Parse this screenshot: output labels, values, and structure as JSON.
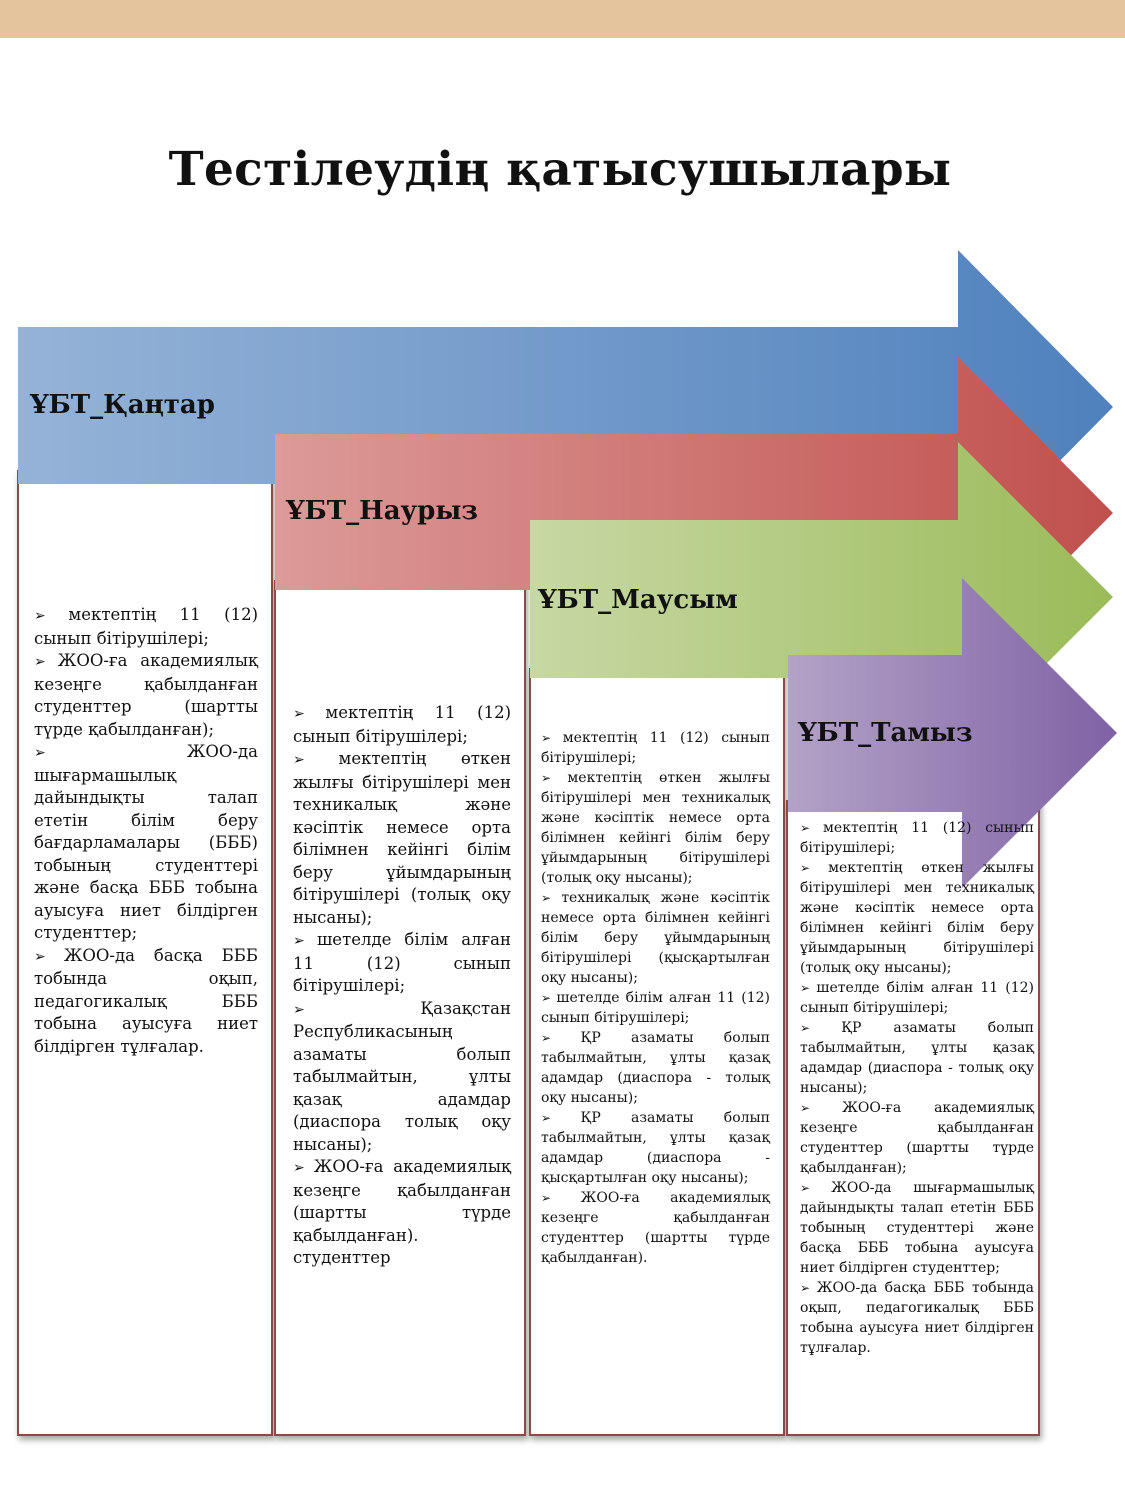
{
  "title": "Тестілеудің қатысушылары",
  "colors": {
    "band": "#e3c49d",
    "blue": "#4f81bd",
    "red": "#c0504d",
    "green": "#9bbb59",
    "purple": "#8064a2",
    "border": "#8a4b4b"
  },
  "stages": [
    {
      "label": "ҰБТ_Қаңтар",
      "items": [
        "мектептің 11 (12) сынып бітірушілері;",
        "ЖОО-ға академиялық кезеңге қабылданған студенттер (шартты түрде қабылданған);",
        "ЖОО-да шығармашылық дайындықты талап ететін білім беру бағдарламалары (БББ) тобының студенттері және басқа БББ тобына ауысуға ниет білдірген студенттер;",
        "ЖОО-да басқа БББ тобында оқып, педагогикалық БББ тобына ауысуға ниет білдірген тұлғалар."
      ]
    },
    {
      "label": "ҰБТ_Наурыз",
      "items": [
        "мектептің 11 (12) сынып бітірушілері;",
        "мектептің өткен жылғы бітірушілері мен техникалық және кәсіптік немесе орта білімнен кейінгі білім беру ұйымдарының бітірушілері (толық оқу нысаны);",
        "шетелде білім алған 11 (12) сынып бітірушілері;",
        "Қазақстан Республикасының азаматы болып табылмайтын, ұлты қазақ адамдар (диаспора толық оқу нысаны);",
        "ЖОО-ға академиялық кезеңге қабылданған (шартты түрде қабылданған). студенттер"
      ]
    },
    {
      "label": "ҰБТ_Маусым",
      "items": [
        "мектептің 11 (12) сынып бітірушілері;",
        "мектептің өткен жылғы бітірушілері мен техникалық және кәсіптік немесе орта білімнен кейінгі білім беру ұйымдарының бітірушілері (толық оқу нысаны);",
        "техникалық және кәсіптік немесе орта білімнен кейінгі білім беру ұйымдарының бітірушілері (қысқартылған оқу нысаны);",
        "шетелде білім алған 11 (12) сынып бітірушілері;",
        "ҚР азаматы болып табылмайтын, ұлты қазақ адамдар (диаспора - толық оқу нысаны);",
        "ҚР азаматы болып табылмайтын, ұлты қазақ адамдар (диаспора - қысқартылған оқу нысаны);",
        "ЖОО-ға академиялық кезеңге қабылданған студенттер (шартты түрде қабылданған)."
      ]
    },
    {
      "label": "ҰБТ_Тамыз",
      "items": [
        "мектептің 11 (12) сынып бітірушілері;",
        "мектептің өткен жылғы бітірушілері мен техникалық және кәсіптік немесе орта білімнен кейінгі білім беру ұйымдарының бітірушілері (толық оқу нысаны);",
        "шетелде білім алған 11 (12) сынып бітірушілері;",
        "ҚР азаматы болып табылмайтын, ұлты қазақ адамдар (диаспора - толық оқу нысаны);",
        "ЖОО-ға академиялық кезеңге қабылданған студенттер (шартты түрде қабылданған);",
        "ЖОО-да шығармашылық дайындықты талап ететін БББ тобының студенттері және басқа БББ тобына ауысуға ниет білдірген студенттер;",
        "ЖОО-да басқа БББ тобында оқып, педагогикалық БББ тобына ауысуға ниет білдірген тұлғалар."
      ]
    }
  ]
}
